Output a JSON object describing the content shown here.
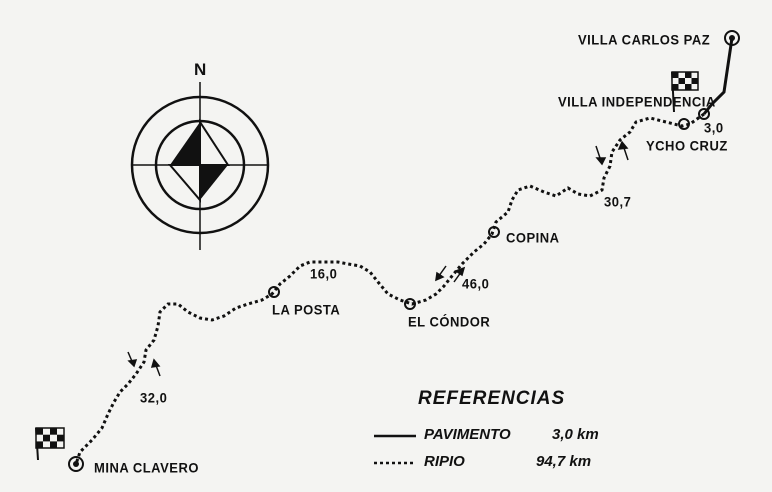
{
  "compass": {
    "north_label": "N"
  },
  "places": {
    "villa_carlos_paz": "VILLA CARLOS PAZ",
    "villa_independencia": "VILLA INDEPENDENCIA",
    "ycho_cruz": "YCHO CRUZ",
    "copina": "COPINA",
    "el_condor": "EL CÓNDOR",
    "la_posta": "LA POSTA",
    "mina_clavero": "MINA CLAVERO"
  },
  "distances": {
    "d_3_0": "3,0",
    "d_30_7": "30,7",
    "d_46_0": "46,0",
    "d_16_0": "16,0",
    "d_32_0": "32,0"
  },
  "legend": {
    "title": "REFERENCIAS",
    "items": [
      {
        "style": "solid",
        "label": "PAVIMENTO",
        "value": "3,0 km"
      },
      {
        "style": "dashed",
        "label": "RIPIO",
        "value": "94,7 km"
      }
    ]
  },
  "colors": {
    "ink": "#111111",
    "paper": "#f4f4f2"
  }
}
